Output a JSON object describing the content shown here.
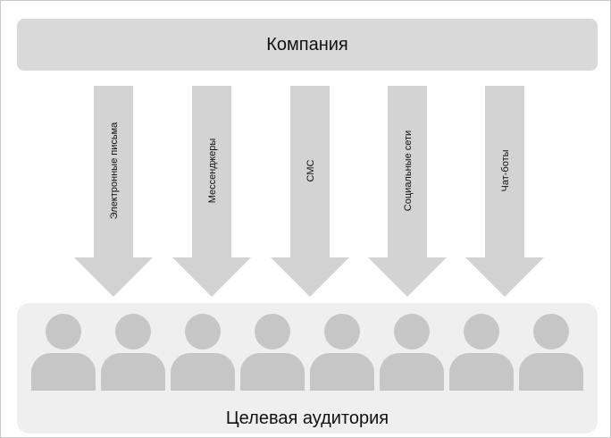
{
  "diagram": {
    "source": {
      "label": "Компания"
    },
    "channels": [
      {
        "label": "Электронные письма"
      },
      {
        "label": "Мессенджеры"
      },
      {
        "label": "СМС"
      },
      {
        "label": "Социальные сети"
      },
      {
        "label": "Чат-боты"
      }
    ],
    "target": {
      "label": "Целевая аудитория",
      "people_count": 8
    },
    "colors": {
      "bar": "#d9d9d9",
      "arrow": "#d3d3d3",
      "audience_panel": "#efefef",
      "person": "#c6c6c6"
    }
  }
}
